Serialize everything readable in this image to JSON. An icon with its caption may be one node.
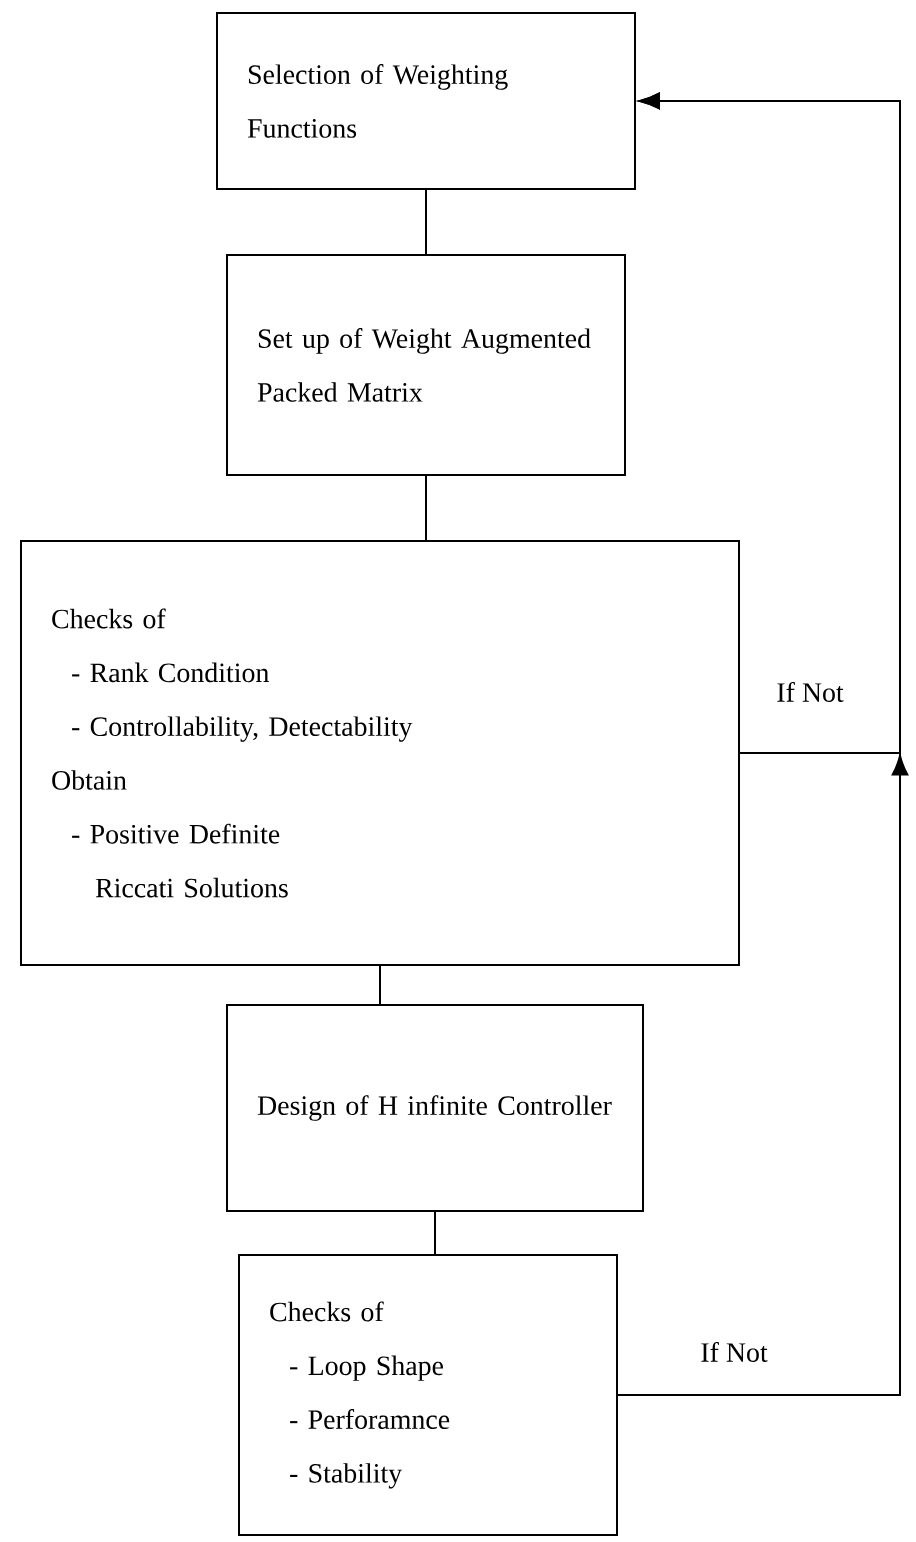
{
  "diagram": {
    "nodes": [
      {
        "text": [
          "Selection of Weighting Functions"
        ]
      },
      {
        "text": [
          "Set up of Weight Augmented Packed Matrix"
        ]
      },
      {
        "text": [
          "Checks of",
          "- Rank Condition",
          "- Controllability, Detectability",
          "Obtain",
          "- Positive Definite",
          "Riccati Solutions"
        ]
      },
      {
        "text": [
          "Design of H infinite Controller"
        ]
      },
      {
        "text": [
          "Checks of",
          "- Loop Shape",
          "- Perforamnce",
          "- Stability"
        ]
      }
    ],
    "edges": [
      {
        "from": 0,
        "to": 1,
        "arrow": "none"
      },
      {
        "from": 1,
        "to": 2,
        "arrow": "none"
      },
      {
        "from": 2,
        "to": 3,
        "arrow": "none"
      },
      {
        "from": 3,
        "to": 4,
        "arrow": "none"
      },
      {
        "from": 2,
        "to": 0,
        "arrow": "to",
        "label": "If Not"
      },
      {
        "from": 4,
        "to": 0,
        "arrow": "to",
        "label": "If Not"
      }
    ]
  }
}
